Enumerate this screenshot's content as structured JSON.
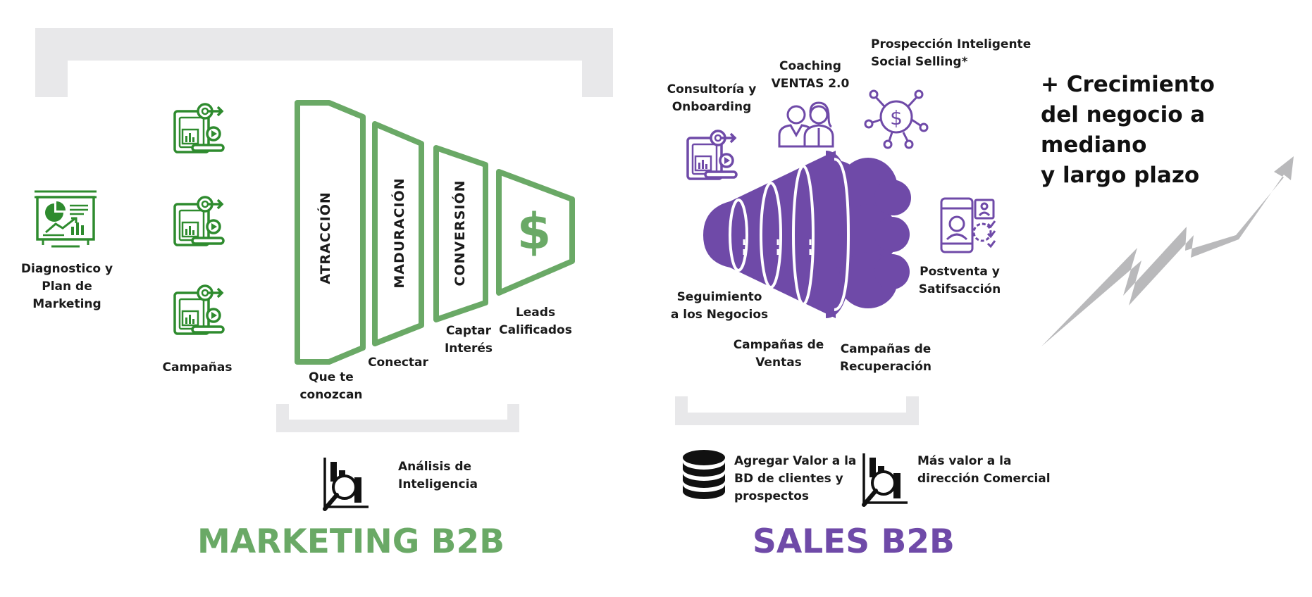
{
  "colors": {
    "marketing_green": "#6aa966",
    "icon_green": "#2e8b2e",
    "sales_purple": "#6f4aa8",
    "bracket_gray": "#e8e8ea",
    "arrow_gray": "#b9b9bb"
  },
  "marketing": {
    "title": "MARKETING B2B",
    "diagnostic_label": "Diagnostico y\nPlan de\nMarketing",
    "campaigns_label": "Campañas",
    "funnel_stages": [
      {
        "name": "ATRACCIÓN",
        "caption": "Que te\nconozcan"
      },
      {
        "name": "MADURACIÓN",
        "caption": "Conectar"
      },
      {
        "name": "CONVERSIÓN",
        "caption": "Captar\nInterés"
      },
      {
        "name": "$",
        "caption": "Leads\nCalificados"
      }
    ],
    "analysis_label": "Análisis de\nInteligencia"
  },
  "sales": {
    "title": "SALES B2B",
    "consulting_label": "Consultoría y\nOnboarding",
    "coaching_label": "Coaching\nVENTAS 2.0",
    "prospecting_label": "Prospección Inteligente\nSocial Selling*",
    "postsale_label": "Postventa y\nSatifsacción",
    "followup_label": "Seguimiento\na los Negocios",
    "sales_campaigns_label": "Campañas de\nVentas",
    "recovery_campaigns_label": "Campañas de\nRecuperación",
    "database_label": "Agregar Valor a la\nBD de clientes y\nprospectos",
    "direction_label": "Más valor a la\ndirección Comercial"
  },
  "growth": {
    "label": "+ Crecimiento\ndel negocio a mediano\ny largo plazo"
  },
  "icons": [
    "presentation-chart-icon",
    "campaign-report-icon",
    "funnel-icon",
    "analysis-magnifier-icon",
    "megaphone-icon",
    "team-people-icon",
    "dollar-network-icon",
    "mobile-support-icon",
    "database-icon",
    "growth-arrow-icon"
  ]
}
